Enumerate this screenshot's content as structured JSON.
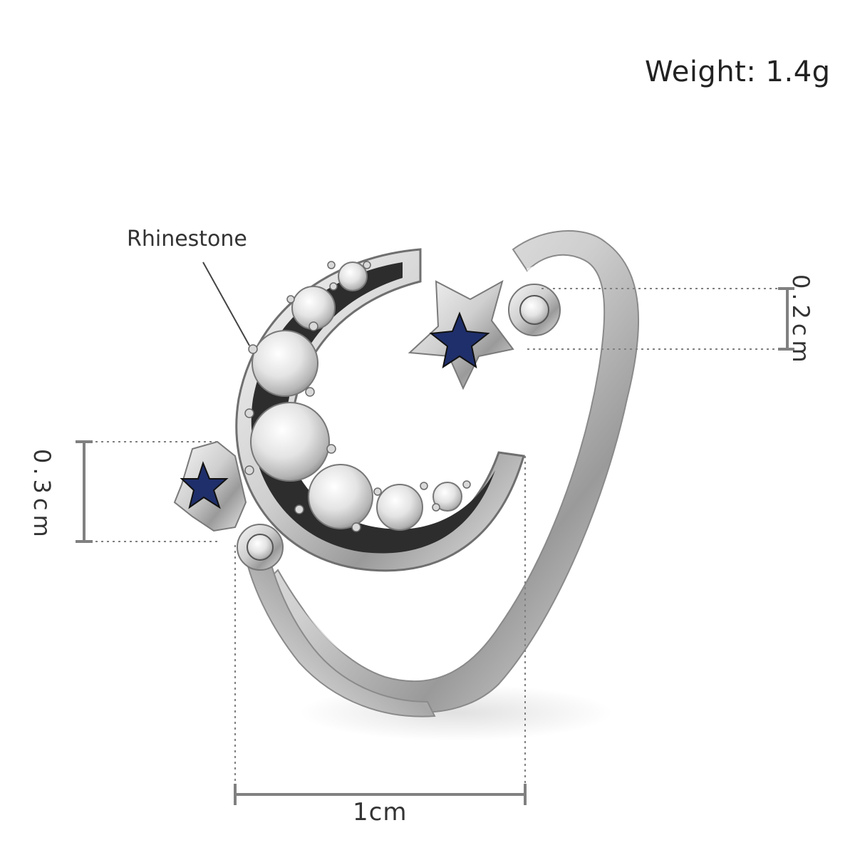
{
  "labels": {
    "weight": "Weight: 1.4g",
    "callout": "Rhinestone",
    "width": "1cm",
    "small_height": "0.2cm",
    "star_height": "0.3cm"
  },
  "colors": {
    "silver_light": "#f4f4f4",
    "silver_mid": "#c9c9c9",
    "silver_dark": "#7a7a7a",
    "oxidized": "#2b2b2b",
    "enamel_blue": "#1f2f6b",
    "dim_line": "#808080"
  }
}
